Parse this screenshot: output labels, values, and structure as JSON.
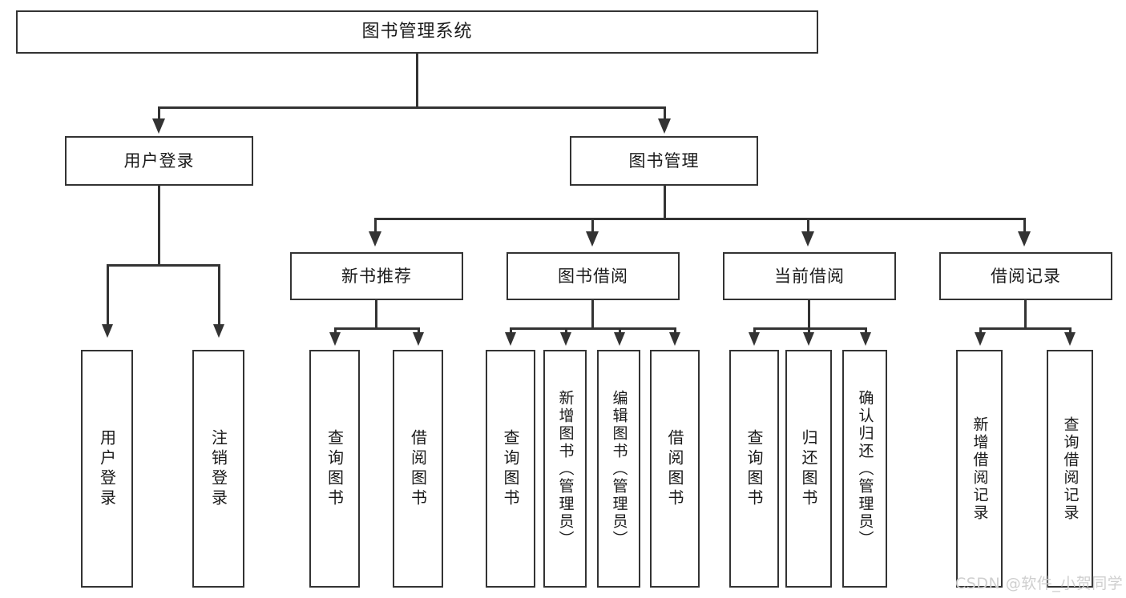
{
  "diagram": {
    "title": "图书管理系统",
    "watermark": "CSDN @软件_小贺同学",
    "root": {
      "label": "图书管理系统"
    },
    "level2": [
      {
        "label": "用户登录"
      },
      {
        "label": "图书管理"
      }
    ],
    "level3": [
      {
        "label": "新书推荐"
      },
      {
        "label": "图书借阅"
      },
      {
        "label": "当前借阅"
      },
      {
        "label": "借阅记录"
      }
    ],
    "leaves": [
      {
        "label": "用户登录"
      },
      {
        "label": "注销登录"
      },
      {
        "label": "查询图书"
      },
      {
        "label": "借阅图书"
      },
      {
        "label": "查询图书"
      },
      {
        "label": "新增图书（管理员）"
      },
      {
        "label": "编辑图书（管理员）"
      },
      {
        "label": "借阅图书"
      },
      {
        "label": "查询图书"
      },
      {
        "label": "归还图书"
      },
      {
        "label": "确认归还（管理员）"
      },
      {
        "label": "新增借阅记录"
      },
      {
        "label": "查询借阅记录"
      }
    ]
  },
  "colors": {
    "stroke": "#333333",
    "fill": "#ffffff",
    "text": "#1a1a1a",
    "watermark": "#cfcfcf"
  }
}
